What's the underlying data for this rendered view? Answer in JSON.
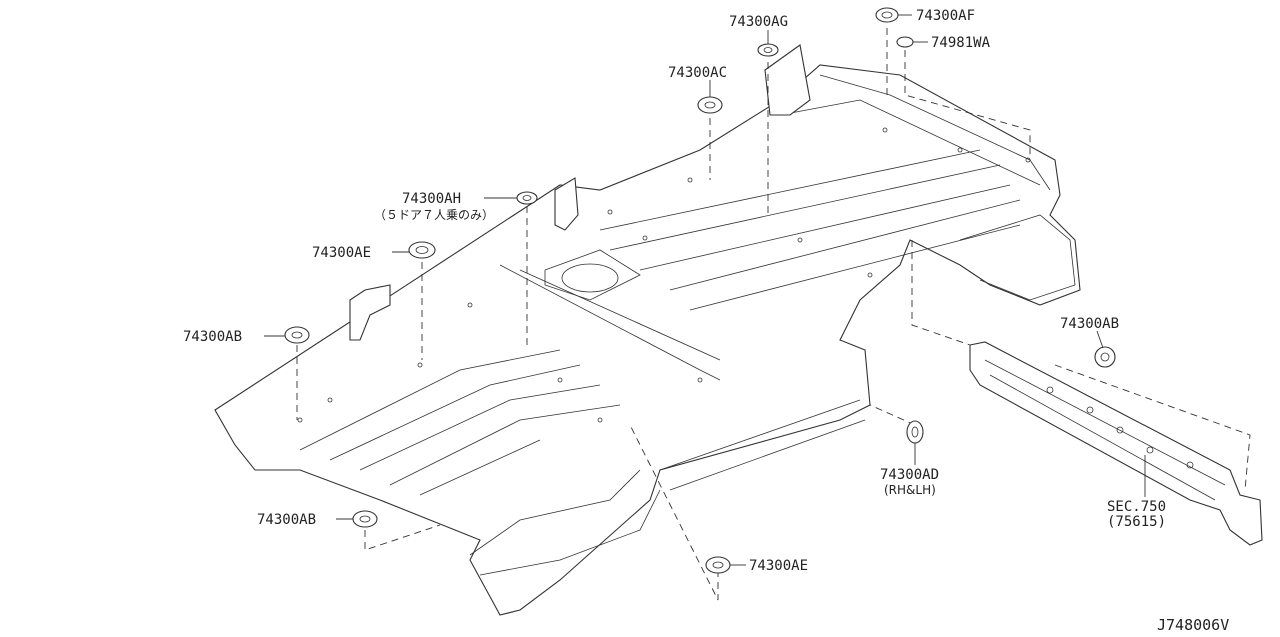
{
  "diagram": {
    "code": "J748006V",
    "colors": {
      "line": "#333333",
      "text": "#222222",
      "background": "#ffffff"
    },
    "callouts": [
      {
        "id": "ag",
        "label": "74300AG"
      },
      {
        "id": "af",
        "label": "74300AF"
      },
      {
        "id": "wa",
        "label": "74981WA"
      },
      {
        "id": "ac",
        "label": "74300AC"
      },
      {
        "id": "ah",
        "label": "74300AH",
        "note": "（５ドア７人乗のみ）"
      },
      {
        "id": "ae1",
        "label": "74300AE"
      },
      {
        "id": "ab1",
        "label": "74300AB"
      },
      {
        "id": "ab2",
        "label": "74300AB"
      },
      {
        "id": "ad",
        "label": "74300AD",
        "note": "(RH&LH)"
      },
      {
        "id": "ab3",
        "label": "74300AB"
      },
      {
        "id": "ae2",
        "label": "74300AE"
      },
      {
        "id": "sec",
        "label": "SEC.750",
        "note": "(75615)"
      }
    ]
  }
}
